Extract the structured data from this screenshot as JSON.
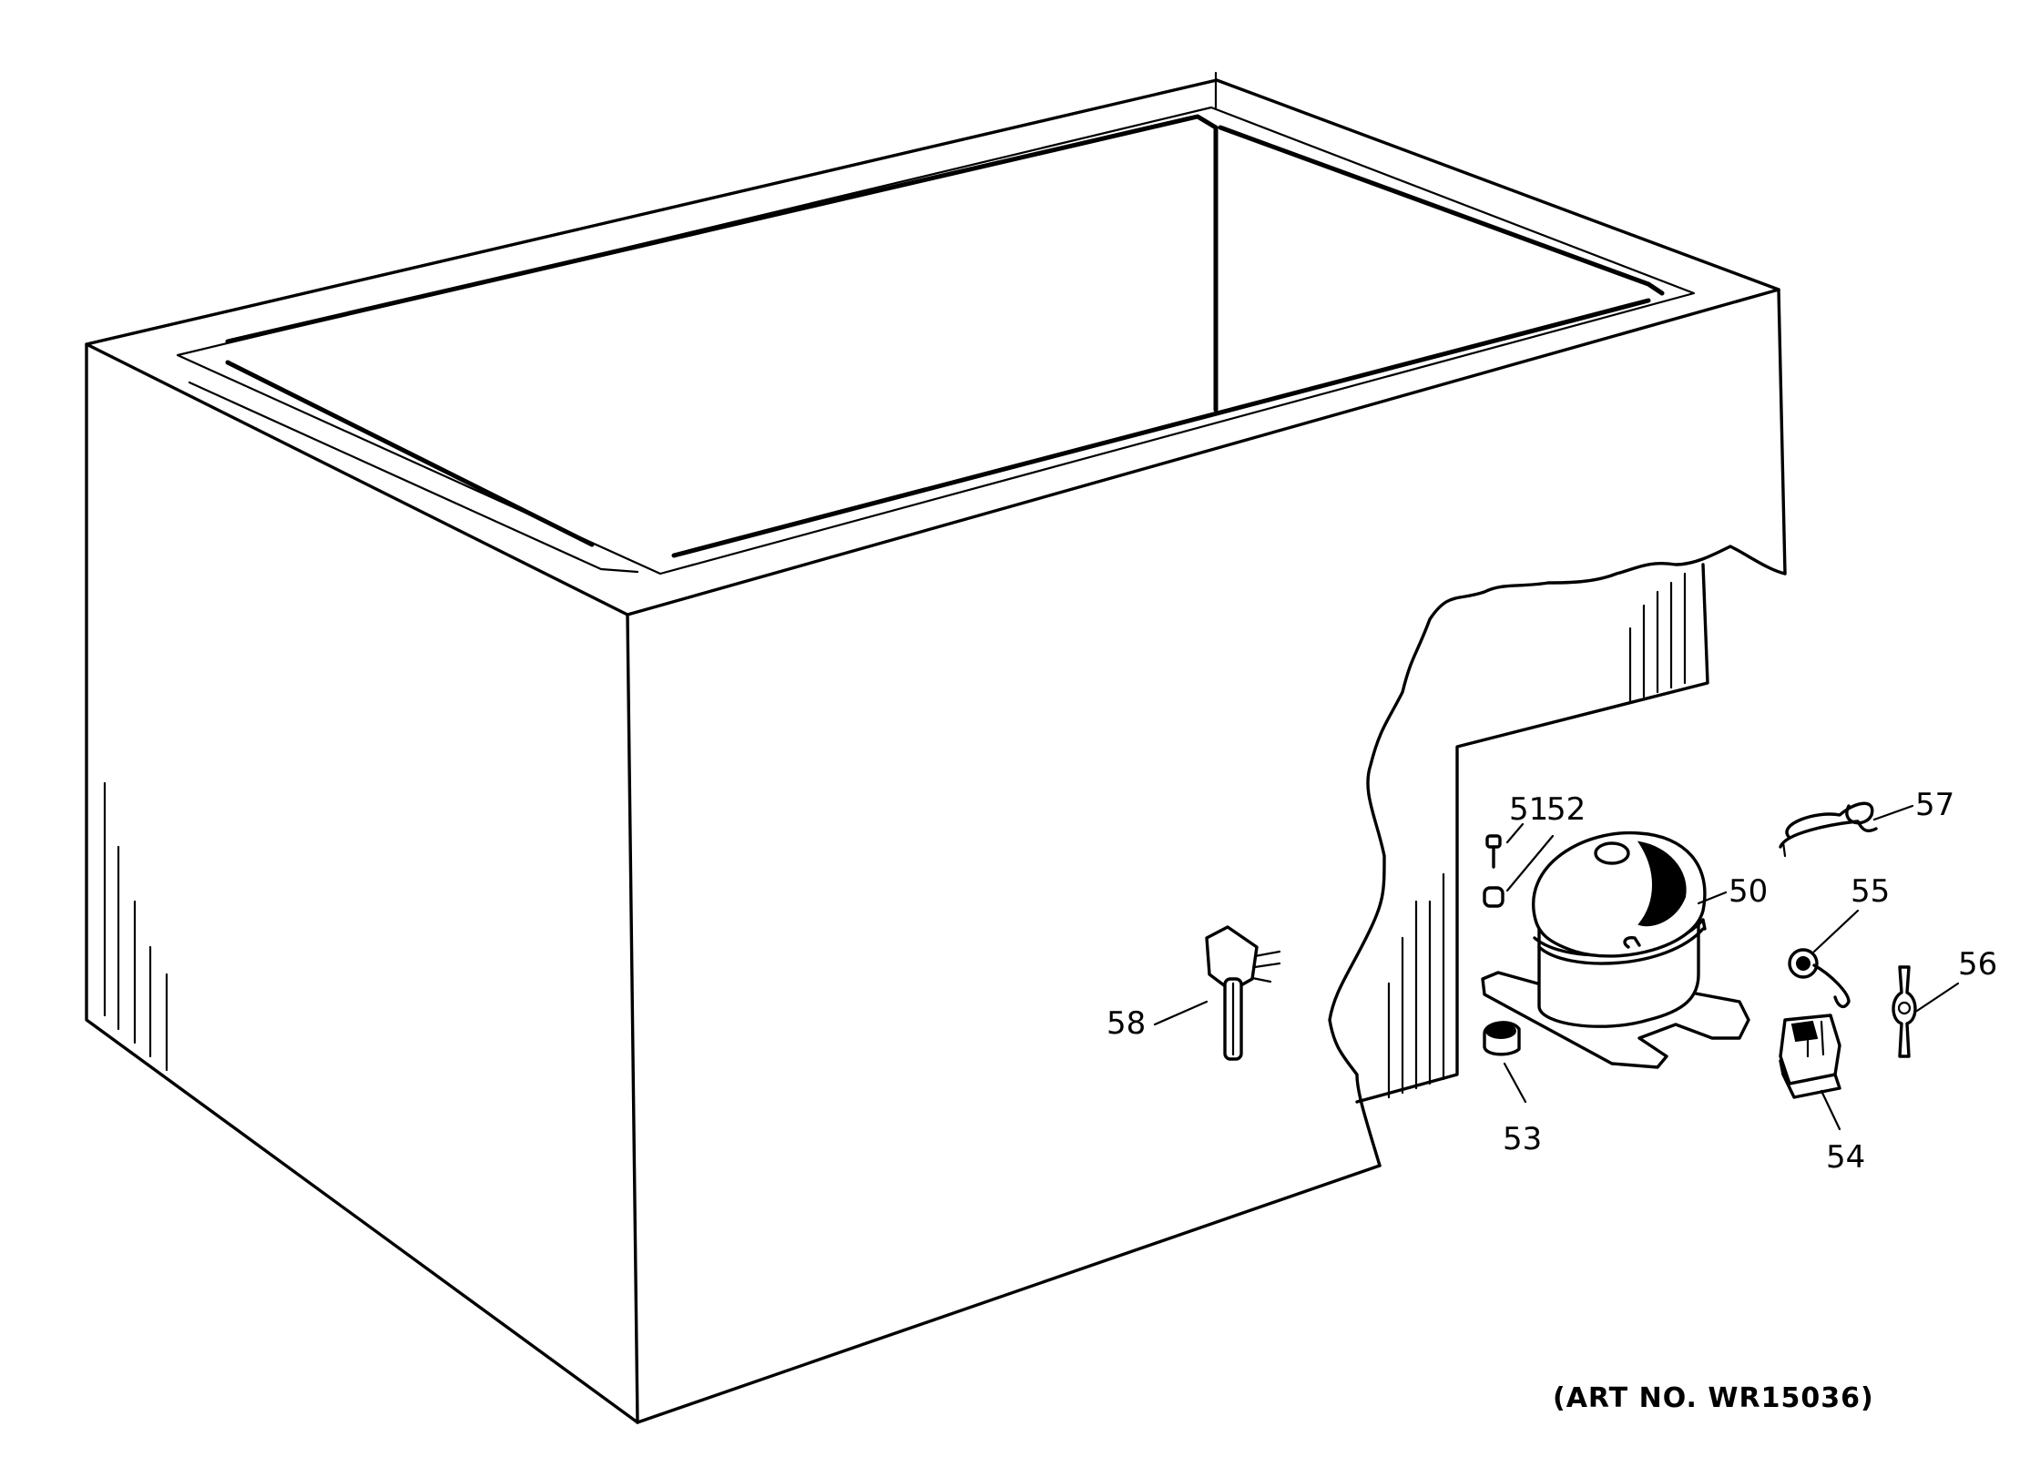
{
  "callouts": {
    "c50": "50",
    "c51": "51",
    "c52": "52",
    "c53": "53",
    "c54": "54",
    "c55": "55",
    "c56": "56",
    "c57": "57",
    "c58": "58"
  },
  "art_number": "(ART NO. WR15036)"
}
